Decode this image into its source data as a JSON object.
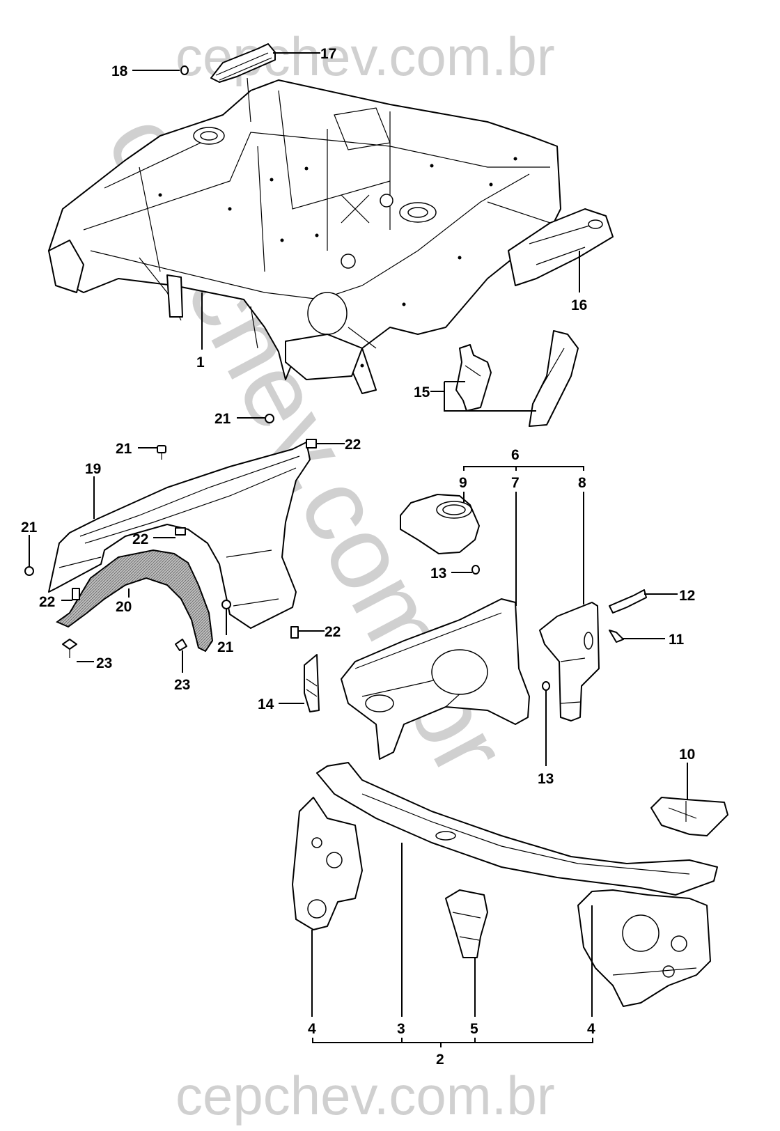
{
  "watermark": {
    "text": "cepchev.com.br",
    "color": "#d0d0d0"
  },
  "callouts": {
    "c1": "1",
    "c2": "2",
    "c3": "3",
    "c4a": "4",
    "c4b": "4",
    "c5": "5",
    "c6": "6",
    "c7": "7",
    "c8": "8",
    "c9": "9",
    "c10": "10",
    "c11": "11",
    "c12": "12",
    "c13a": "13",
    "c13b": "13",
    "c14": "14",
    "c15": "15",
    "c16": "16",
    "c17": "17",
    "c18": "18",
    "c19": "19",
    "c20": "20",
    "c21a": "21",
    "c21b": "21",
    "c21c": "21",
    "c21d": "21",
    "c22a": "22",
    "c22b": "22",
    "c22c": "22",
    "c22d": "22",
    "c23a": "23",
    "c23b": "23"
  },
  "parts": {
    "front_end_assembly": "1",
    "front_panel_group": "2",
    "upper_tie_bar": "3",
    "side_panel": "4",
    "center_brace": "5",
    "wheelhouse_group": "6",
    "wheelhouse_panel": "7",
    "hinge_pillar": "8",
    "strut_tower": "9",
    "bracket_right": "10",
    "clip": "11",
    "hinge_bracket": "12",
    "fastener": "13",
    "small_bracket": "14",
    "reinforcement_pair": "15",
    "rail_extension": "16",
    "cowl_cover": "17",
    "plug": "18",
    "fender": "19",
    "fender_liner": "20",
    "bolt": "21",
    "nut_clip": "22",
    "push_pin": "23"
  }
}
